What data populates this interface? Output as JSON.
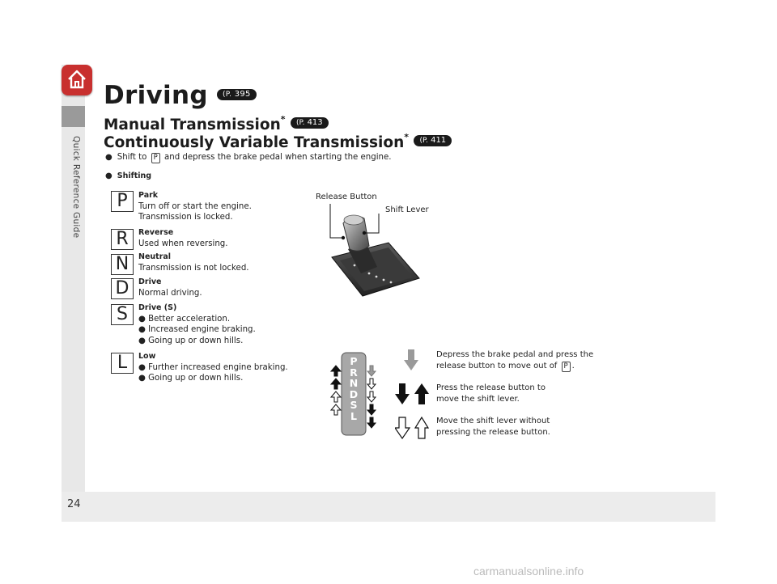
{
  "sidebar": {
    "label": "Quick Reference Guide"
  },
  "page": {
    "number": "24"
  },
  "watermark": "carmanualsonline.info",
  "title": {
    "text": "Driving",
    "ref": "395"
  },
  "headings": [
    {
      "text": "Manual Transmission",
      "asterisk": "*",
      "ref": "413"
    },
    {
      "text": "Continuously Variable Transmission",
      "asterisk": "*",
      "ref": "411"
    }
  ],
  "bullets": {
    "shift_before": "Shift to",
    "shift_key": "P",
    "shift_after": "and depress the brake pedal when starting the engine.",
    "shifting": "Shifting"
  },
  "gears": [
    {
      "letter": "P",
      "name": "Park",
      "lines": [
        "Turn off or start the engine.",
        "Transmission is locked."
      ]
    },
    {
      "letter": "R",
      "name": "Reverse",
      "lines": [
        "Used when reversing."
      ]
    },
    {
      "letter": "N",
      "name": "Neutral",
      "lines": [
        "Transmission is not locked."
      ]
    },
    {
      "letter": "D",
      "name": "Drive",
      "lines": [
        "Normal driving."
      ]
    },
    {
      "letter": "S",
      "name": "Drive (S)",
      "lines": [
        "Better acceleration.",
        "Increased engine braking.",
        "Going up or down hills."
      ]
    },
    {
      "letter": "L",
      "name": "Low",
      "lines": [
        "Further increased engine braking.",
        "Going up or down hills."
      ]
    }
  ],
  "illustration": {
    "release_button": "Release Button",
    "shift_lever": "Shift Lever"
  },
  "gate": {
    "letters": [
      "P",
      "R",
      "N",
      "D",
      "S",
      "L"
    ]
  },
  "legend": {
    "item1_line1": "Depress the brake pedal and press the",
    "item1_line2_before": "release button to move out of",
    "item1_key": "P",
    "item1_line2_after": ".",
    "item2_line1": "Press the release button to",
    "item2_line2": "move the shift lever.",
    "item3_line1": "Move the shift lever without",
    "item3_line2": "pressing the release button."
  },
  "colors": {
    "home": "#c8302f",
    "sidebar": "#e8e8e8",
    "gate": "#a8a8a8"
  }
}
